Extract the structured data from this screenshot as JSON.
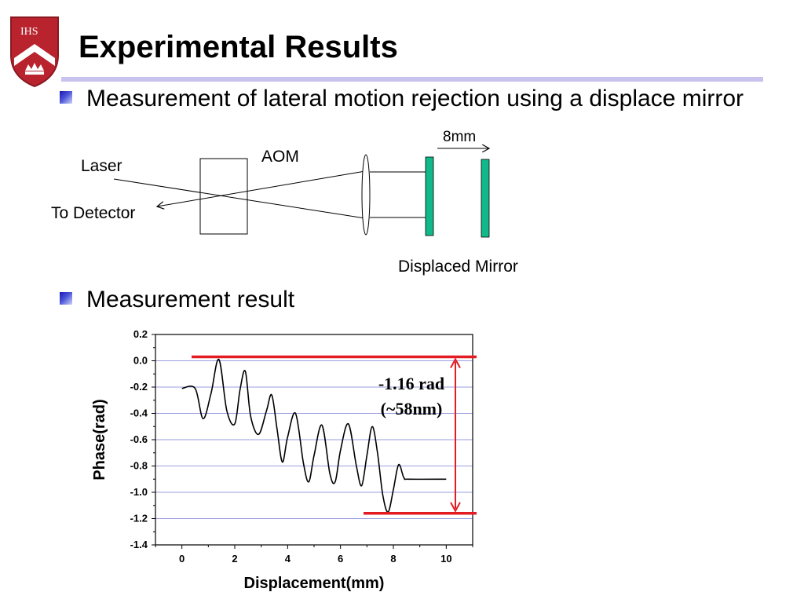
{
  "logo": {
    "text": "IHS",
    "colors": {
      "shield": "#b8232e",
      "chevron": "#ffffff",
      "crown": "#ffffff"
    }
  },
  "title": "Experimental Results",
  "bullets": [
    {
      "text": "Measurement of lateral motion rejection using a displace mirror"
    },
    {
      "text": "Measurement result"
    }
  ],
  "diagram": {
    "laser_label": "Laser",
    "detector_label": "To Detector",
    "aom_label": "AOM",
    "displacement_label": "8mm",
    "mirror_label": "Displaced Mirror",
    "colors": {
      "mirror": "#11b98a"
    }
  },
  "chart_data": {
    "type": "line",
    "xlabel": "Displacement(mm)",
    "ylabel": "Phase(rad)",
    "xlim": [
      -1,
      11
    ],
    "ylim": [
      -1.4,
      0.2
    ],
    "xticks": [
      "0",
      "2",
      "4",
      "6",
      "8",
      "10"
    ],
    "yticks": [
      "0.2",
      "0.0",
      "-0.2",
      "-0.4",
      "-0.6",
      "-0.8",
      "-1.0",
      "-1.2",
      "-1.4"
    ],
    "grid": "horizontal",
    "series": [
      {
        "x": [
          0,
          0.5,
          0.8,
          1.1,
          1.4,
          1.7,
          2.0,
          2.2,
          2.4,
          2.6,
          2.9,
          3.2,
          3.4,
          3.6,
          3.8,
          4.0,
          4.3,
          4.6,
          4.8,
          5.0,
          5.3,
          5.6,
          5.8,
          6.0,
          6.3,
          6.6,
          6.8,
          7.0,
          7.2,
          7.4,
          7.6,
          7.8,
          8.0,
          8.2,
          8.4,
          8.6,
          10.0
        ],
        "y": [
          -0.21,
          -0.21,
          -0.44,
          -0.25,
          0.01,
          -0.38,
          -0.48,
          -0.22,
          -0.08,
          -0.42,
          -0.56,
          -0.38,
          -0.26,
          -0.52,
          -0.77,
          -0.58,
          -0.4,
          -0.78,
          -0.92,
          -0.72,
          -0.49,
          -0.86,
          -0.92,
          -0.68,
          -0.48,
          -0.8,
          -0.95,
          -0.72,
          -0.5,
          -0.7,
          -1.02,
          -1.15,
          -0.98,
          -0.79,
          -0.89,
          -0.9,
          -0.9
        ]
      }
    ],
    "annotation": {
      "line1": "-1.16 rad",
      "line2": "(~58nm)",
      "range": [
        0.03,
        -1.16
      ]
    },
    "colors": {
      "line": "#000000",
      "marker": "#e31b23",
      "grid": "#9a9ee0"
    }
  }
}
